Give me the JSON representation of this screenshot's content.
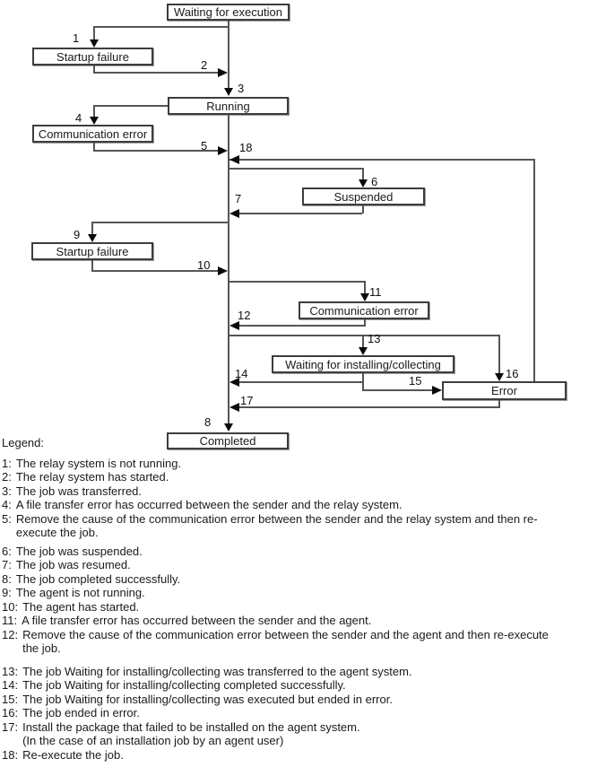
{
  "diagram": {
    "states": {
      "waiting_for_execution": "Waiting for execution",
      "startup_failure_1": "Startup failure",
      "running": "Running",
      "communication_error_1": "Communication error",
      "suspended": "Suspended",
      "startup_failure_2": "Startup failure",
      "communication_error_2": "Communication error",
      "waiting_installing_collecting": "Waiting for installing/collecting",
      "error": "Error",
      "completed": "Completed"
    },
    "transition_labels": {
      "t1": "1",
      "t2": "2",
      "t3": "3",
      "t4": "4",
      "t5": "5",
      "t6": "6",
      "t7": "7",
      "t8": "8",
      "t9": "9",
      "t10": "10",
      "t11": "11",
      "t12": "12",
      "t13": "13",
      "t14": "14",
      "t15": "15",
      "t16": "16",
      "t17": "17",
      "t18": "18"
    }
  },
  "legend": {
    "title": "Legend:",
    "items": [
      {
        "num": "1:",
        "line1": "The relay system is not running."
      },
      {
        "num": "2:",
        "line1": "The relay system has started."
      },
      {
        "num": "3:",
        "line1": "The job was transferred."
      },
      {
        "num": "4:",
        "line1": "A file transfer error has occurred between the sender and the relay system."
      },
      {
        "num": "5:",
        "line1": "Remove the cause of the communication error between the sender and the relay system and then re-",
        "line2": "execute the job."
      },
      {
        "num": "6:",
        "line1": "The job was suspended."
      },
      {
        "num": "7:",
        "line1": "The job was resumed."
      },
      {
        "num": "8:",
        "line1": "The job completed successfully."
      },
      {
        "num": "9:",
        "line1": "The agent is not running."
      },
      {
        "num": "10:",
        "line1": "The agent has started."
      },
      {
        "num": "11:",
        "line1": "A file transfer error has occurred between the sender and the agent."
      },
      {
        "num": "12:",
        "line1": "Remove the cause of the communication error between the sender and the agent and then re-execute",
        "line2": "the job."
      },
      {
        "num": "13:",
        "line1": "The job Waiting for installing/collecting was transferred to the agent system."
      },
      {
        "num": "14:",
        "line1": "The job Waiting for installing/collecting completed successfully."
      },
      {
        "num": "15:",
        "line1": "The job Waiting for installing/collecting was executed but ended in error."
      },
      {
        "num": "16:",
        "line1": "The job ended in error."
      },
      {
        "num": "17:",
        "line1": "Install the package that failed to be installed on the agent system.",
        "line2": "(In the case of an installation job by an agent user)"
      },
      {
        "num": "18:",
        "line1": "Re-execute the job."
      }
    ]
  },
  "colors": {
    "line": "#555555",
    "arrow": "#0a0a0a",
    "box_border": "#3d3d3d",
    "text": "#1a1a1a",
    "background": "#ffffff"
  }
}
